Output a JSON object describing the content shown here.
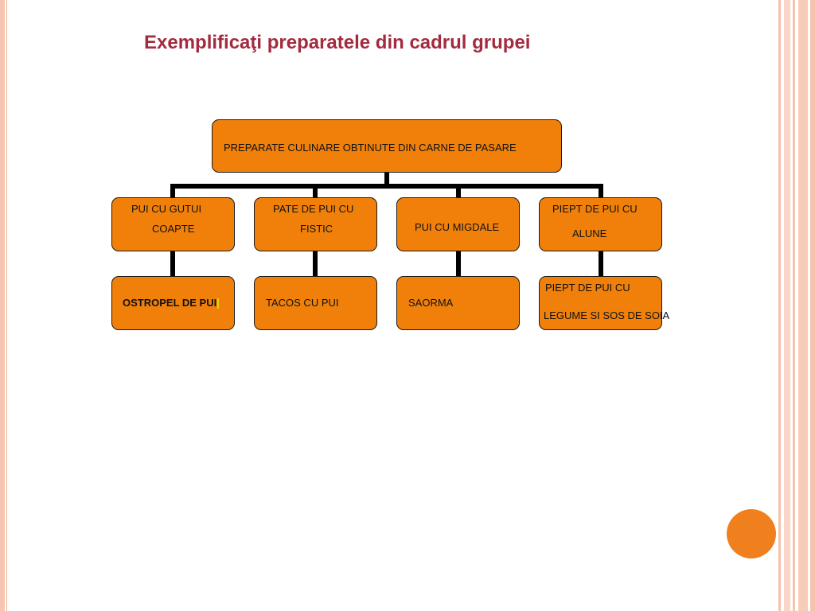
{
  "title": "Exemplificaţi preparatele din cadrul grupei",
  "diagram": {
    "root": "PREPARATE CULINARE OBTINUTE DIN CARNE DE PASARE",
    "level1": [
      {
        "line1": "PUI CU GUTUI",
        "line2": "COAPTE"
      },
      {
        "line1": "PATE DE PUI CU",
        "line2": "FISTIC"
      },
      {
        "line1": "PUI CU MIGDALE",
        "line2": ""
      },
      {
        "line1": "PIEPT DE PUI CU",
        "line2": "ALUNE"
      }
    ],
    "level2": [
      {
        "line1": "OSTROPEL DE PUI",
        "line2": ""
      },
      {
        "line1": "TACOS CU PUI",
        "line2": ""
      },
      {
        "line1": "SAORMA",
        "line2": ""
      },
      {
        "line1": "PIEPT DE PUI CU",
        "line2": "LEGUME SI SOS DE SOIA"
      }
    ]
  },
  "colors": {
    "box_fill": "#f0800a",
    "title": "#a32b3f",
    "connector": "#000000",
    "accent_circle": "#f0801e"
  }
}
